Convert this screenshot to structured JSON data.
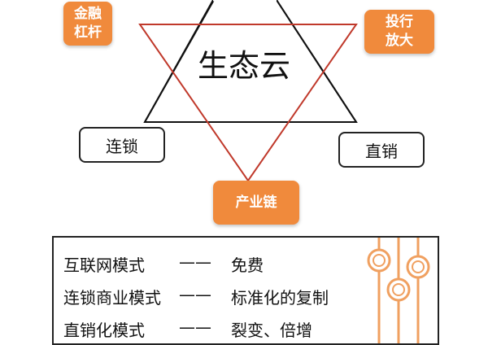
{
  "diagram": {
    "center_label": "生态云",
    "nodes": {
      "top_left": [
        "金融",
        "杠杆"
      ],
      "top_right": [
        "投行",
        "放大"
      ],
      "left": "连锁",
      "right": "直销",
      "bottom": "产业链"
    },
    "colors": {
      "accent": "#f08a3c",
      "black_triangle": "#111111",
      "red_triangle": "#c0392b"
    }
  },
  "legend": {
    "rows": [
      {
        "model": "互联网模式",
        "dash": "——",
        "result": "免费"
      },
      {
        "model": "连锁商业模式",
        "dash": "——",
        "result": "标准化的复制"
      },
      {
        "model": "直销化模式",
        "dash": "——",
        "result": "裂变、倍增"
      }
    ]
  }
}
